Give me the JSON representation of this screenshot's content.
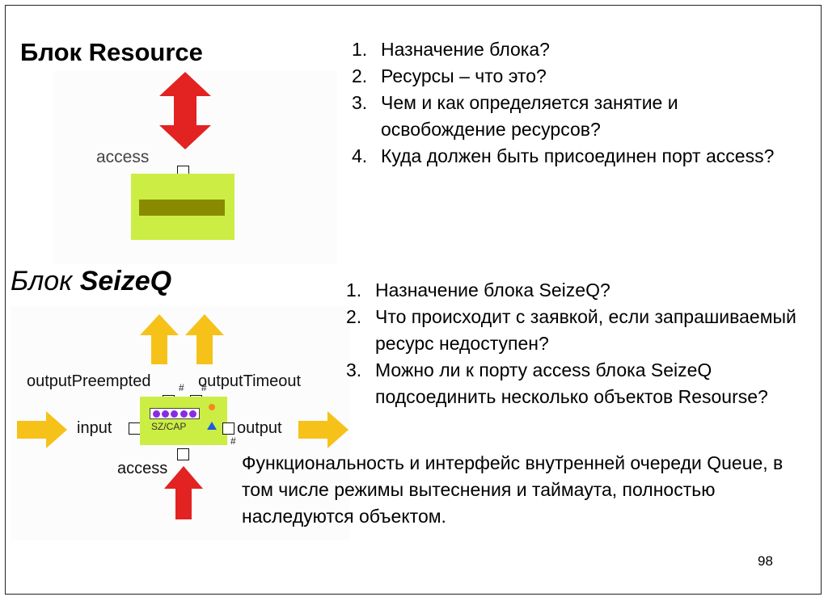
{
  "slide": {
    "title1": "Блок Resource",
    "title2_prefix": "Блок ",
    "title2_name": "SeizeQ",
    "questions_resource": [
      {
        "num": "1.",
        "text": "Назначение блока?"
      },
      {
        "num": "2.",
        "text": "Ресурсы – что это?"
      },
      {
        "num": "3.",
        "text": "Чем и как определяется занятие и освобождение ресурсов?"
      },
      {
        "num": "4.",
        "text": "Куда должен быть присоединен порт access?"
      }
    ],
    "questions_seizeq": [
      {
        "num": "1.",
        "text": "Назначение блока SeizeQ?"
      },
      {
        "num": "2.",
        "text": "Что происходит с заявкой, если запрашиваемый ресурс недоступен?"
      },
      {
        "num": "3.",
        "text": "Можно ли к порту access блока SeizeQ подсоединить несколько объектов Resourse?"
      }
    ],
    "note": "Функциональность и интерфейс внутренней очереди Queue, в том числе режимы вытеснения и таймаута, полностью наследуются объектом.",
    "page_number": "98"
  },
  "diagram_resource": {
    "port_label": "access"
  },
  "diagram_seizeq": {
    "port_preempted": "outputPreempted",
    "port_timeout": "outputTimeout",
    "port_input": "input",
    "port_output": "output",
    "port_access": "access",
    "block_label": "SZ/CAP",
    "hash": "#"
  },
  "colors": {
    "block_fill": "#ccee44",
    "arrow_red": "#e32222",
    "arrow_yellow": "#f6c21a",
    "queue_dot": "#8a2be2"
  },
  "icons": [
    "double-arrow-icon",
    "arrow-up-icon",
    "arrow-right-icon",
    "arrow-up-red-icon"
  ]
}
